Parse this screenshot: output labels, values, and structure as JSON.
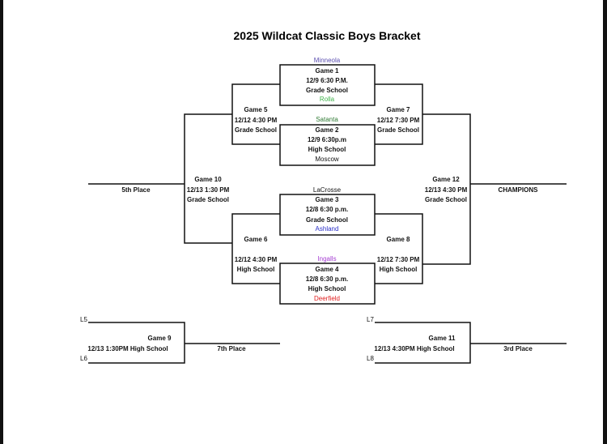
{
  "title": "2025 Wildcat Classic Boys Bracket",
  "colors": {
    "minneola": "#5b4fb0",
    "rolla": "#3fb34a",
    "satanta": "#2f7a34",
    "ashland": "#2a2fc9",
    "ingalls": "#a43bd1",
    "deerfield": "#e02020",
    "lines": "#111111"
  },
  "games": {
    "g1": {
      "name": "Game 1",
      "time": "12/9 6:30 P.M.",
      "site": "Grade School",
      "top_team": "Minneola",
      "bottom_team": "Rolla"
    },
    "g2": {
      "name": "Game 2",
      "time": "12/9 6:30p.m",
      "site": "High School",
      "top_team": "Satanta",
      "bottom_team": "Moscow"
    },
    "g3": {
      "name": "Game 3",
      "time": "12/8 6:30 p.m.",
      "site": "Grade School",
      "top_team": "LaCrosse",
      "bottom_team": "Ashland"
    },
    "g4": {
      "name": "Game 4",
      "time": "12/8 6:30 p.m.",
      "site": "High School",
      "top_team": "Ingalls",
      "bottom_team": "Deerfield"
    },
    "g5": {
      "name": "Game 5",
      "time": "12/12 4:30 PM",
      "site": "Grade School"
    },
    "g6": {
      "name": "Game 6",
      "time": "12/12 4:30 PM",
      "site": "High School"
    },
    "g7": {
      "name": "Game 7",
      "time": "12/12 7:30 PM",
      "site": "Grade School"
    },
    "g8": {
      "name": "Game 8",
      "time": "12/12 7:30 PM",
      "site": "High School"
    },
    "g9": {
      "name": "Game 9",
      "info": "12/13 1:30PM High School",
      "top_seed": "L5",
      "bottom_seed": "L6",
      "result": "7th Place"
    },
    "g10": {
      "name": "Game 10",
      "time": "12/13 1:30 PM",
      "site": "Grade School",
      "result": "5th Place"
    },
    "g11": {
      "name": "Game 11",
      "info": "12/13 4:30PM High School",
      "top_seed": "L7",
      "bottom_seed": "L8",
      "result": "3rd Place"
    },
    "g12": {
      "name": "Game 12",
      "time": "12/13 4:30 PM",
      "site": "Grade School",
      "result": "CHAMPIONS"
    }
  }
}
